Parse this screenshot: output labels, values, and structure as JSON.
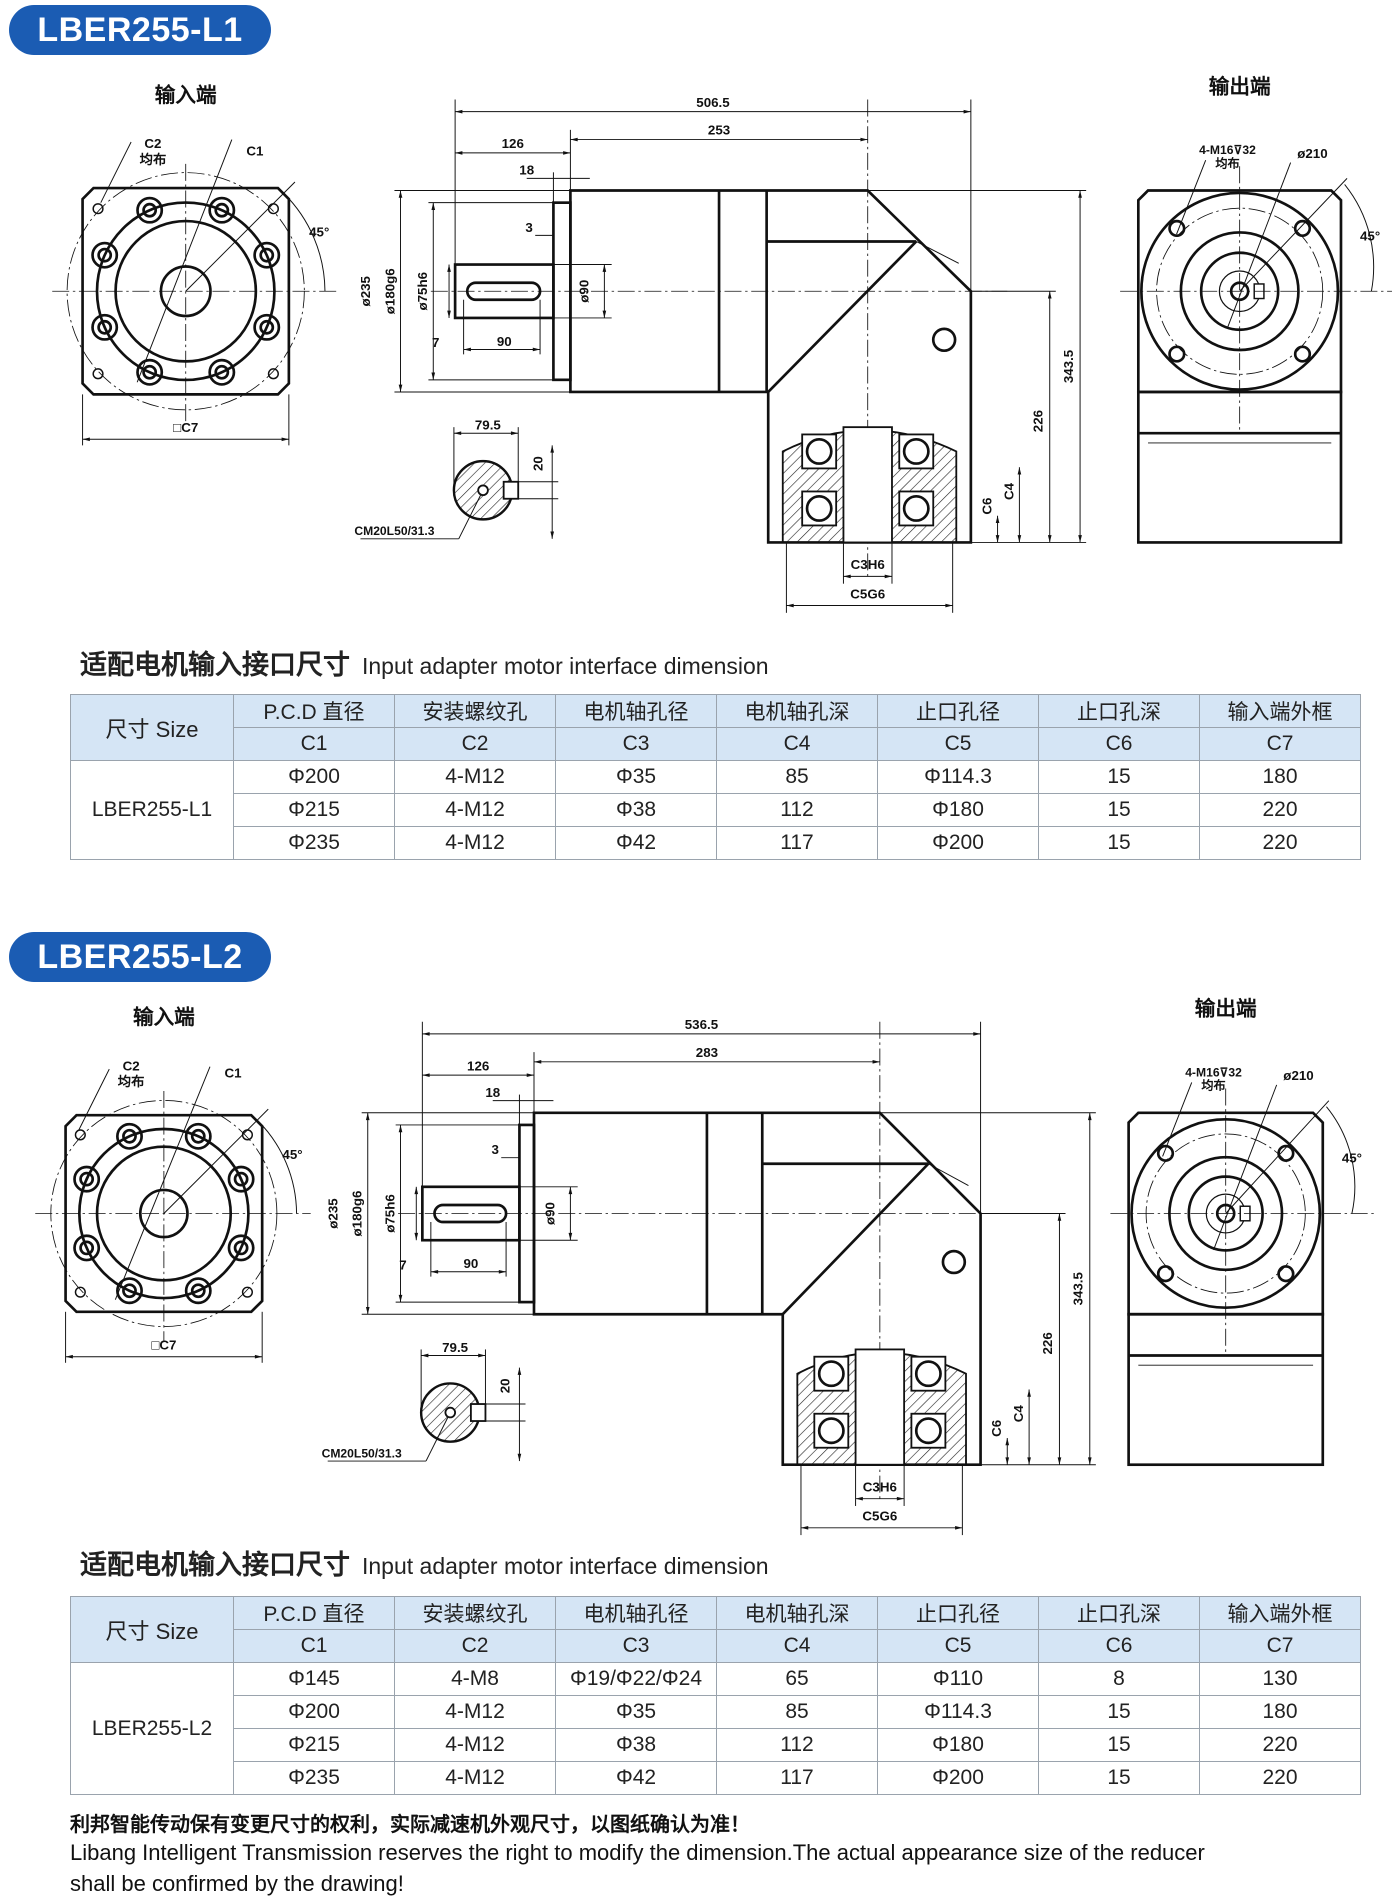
{
  "sections": [
    {
      "badge": "LBER255-L1",
      "drawing": {
        "input_view_title": "输入端",
        "output_view_title": "输出端",
        "c2": "C2",
        "evenly": "均布",
        "c1": "C1",
        "angle_in": "45°",
        "c7": "□C7",
        "overall": "506.5",
        "body": "253",
        "shaft_len": "126",
        "flange": "18",
        "step": "3",
        "d235": "ø235",
        "d180": "ø180g6",
        "d75": "ø75h6",
        "d90": "ø90",
        "key_off": "7",
        "key_len": "90",
        "key_w": "79.5",
        "key_h": "20",
        "key_note": "CM20L50/31.3",
        "h_total": "343.5",
        "h_axis": "226",
        "c4": "C4",
        "c6": "C6",
        "c3": "C3H6",
        "c5": "C5G6",
        "out_bolts": "4-M16⊽32",
        "out_evenly": "均布",
        "out_pcd": "ø210",
        "angle_out": "45°"
      },
      "table_title_cn": "适配电机输入接口尺寸",
      "table_title_en": "Input adapter motor interface dimension",
      "table": {
        "size_header": "尺寸 Size",
        "headers_cn": [
          "P.C.D 直径",
          "安装螺纹孔",
          "电机轴孔径",
          "电机轴孔深",
          "止口孔径",
          "止口孔深",
          "输入端外框"
        ],
        "headers_code": [
          "C1",
          "C2",
          "C3",
          "C4",
          "C5",
          "C6",
          "C7"
        ],
        "model": "LBER255-L1",
        "rows": [
          [
            "Φ200",
            "4-M12",
            "Φ35",
            "85",
            "Φ114.3",
            "15",
            "180"
          ],
          [
            "Φ215",
            "4-M12",
            "Φ38",
            "112",
            "Φ180",
            "15",
            "220"
          ],
          [
            "Φ235",
            "4-M12",
            "Φ42",
            "117",
            "Φ200",
            "15",
            "220"
          ]
        ]
      }
    },
    {
      "badge": "LBER255-L2",
      "drawing": {
        "input_view_title": "输入端",
        "output_view_title": "输出端",
        "c2": "C2",
        "evenly": "均布",
        "c1": "C1",
        "angle_in": "45°",
        "c7": "□C7",
        "overall": "536.5",
        "body": "283",
        "shaft_len": "126",
        "flange": "18",
        "step": "3",
        "d235": "ø235",
        "d180": "ø180g6",
        "d75": "ø75h6",
        "d90": "ø90",
        "key_off": "7",
        "key_len": "90",
        "key_w": "79.5",
        "key_h": "20",
        "key_note": "CM20L50/31.3",
        "h_total": "343.5",
        "h_axis": "226",
        "c4": "C4",
        "c6": "C6",
        "c3": "C3H6",
        "c5": "C5G6",
        "out_bolts": "4-M16⊽32",
        "out_evenly": "均布",
        "out_pcd": "ø210",
        "angle_out": "45°"
      },
      "table_title_cn": "适配电机输入接口尺寸",
      "table_title_en": "Input adapter motor interface dimension",
      "table": {
        "size_header": "尺寸 Size",
        "headers_cn": [
          "P.C.D 直径",
          "安装螺纹孔",
          "电机轴孔径",
          "电机轴孔深",
          "止口孔径",
          "止口孔深",
          "输入端外框"
        ],
        "headers_code": [
          "C1",
          "C2",
          "C3",
          "C4",
          "C5",
          "C6",
          "C7"
        ],
        "model": "LBER255-L2",
        "rows": [
          [
            "Φ145",
            "4-M8",
            "Φ19/Φ22/Φ24",
            "65",
            "Φ110",
            "8",
            "130"
          ],
          [
            "Φ200",
            "4-M12",
            "Φ35",
            "85",
            "Φ114.3",
            "15",
            "180"
          ],
          [
            "Φ215",
            "4-M12",
            "Φ38",
            "112",
            "Φ180",
            "15",
            "220"
          ],
          [
            "Φ235",
            "4-M12",
            "Φ42",
            "117",
            "Φ200",
            "15",
            "220"
          ]
        ]
      }
    }
  ],
  "footer": {
    "cn": "利邦智能传动保有变更尺寸的权利，实际减速机外观尺寸，以图纸确认为准！",
    "en_line1": "Libang Intelligent Transmission reserves the right to modify the dimension.The actual appearance size of the reducer",
    "en_line2": "shall be confirmed by the drawing!"
  },
  "colors": {
    "badge": "#1b5cb3",
    "table_header": "#d5e5f5",
    "grid": "#9aa3ad"
  }
}
